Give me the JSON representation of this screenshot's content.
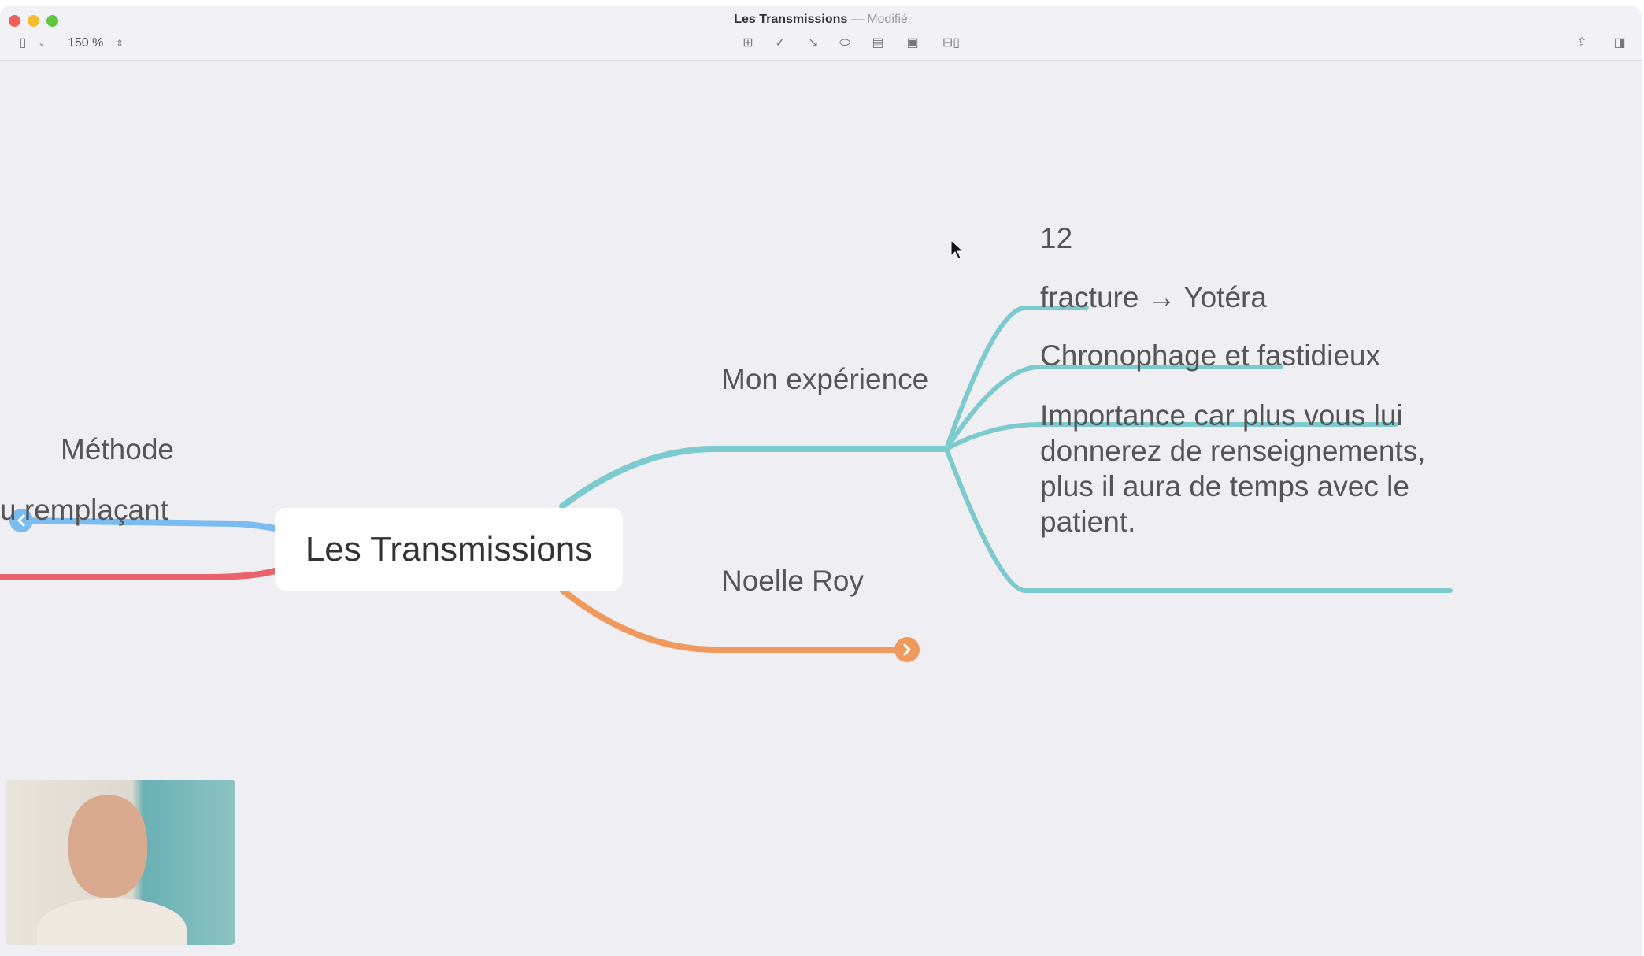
{
  "window": {
    "title": "Les Transmissions",
    "status": "Modifié",
    "zoom": "150 %"
  },
  "toolbar": {
    "icons": [
      "sidebar-icon",
      "chevron-down-icon",
      "zoom-stepper-icon",
      "focus-icon",
      "task-icon",
      "relationship-icon",
      "boundary-icon",
      "note-icon",
      "image-icon",
      "layout-icon",
      "share-icon",
      "inspector-icon"
    ]
  },
  "mindmap": {
    "central": "Les Transmissions",
    "left": [
      {
        "label": "Méthode",
        "color": "#7bbcf0"
      },
      {
        "label": "u remplaçant",
        "color": "#e8636b"
      }
    ],
    "right": [
      {
        "label": "Mon expérience",
        "color": "#7ccace",
        "children": [
          "12",
          "fracture → Yotéra",
          "Chronophage et fastidieux",
          [
            "Importance car plus vous lui",
            "donnerez de renseignements,",
            "plus il aura de temps avec le",
            "patient."
          ]
        ]
      },
      {
        "label": "Noelle Roy",
        "color": "#f0995e"
      }
    ]
  }
}
